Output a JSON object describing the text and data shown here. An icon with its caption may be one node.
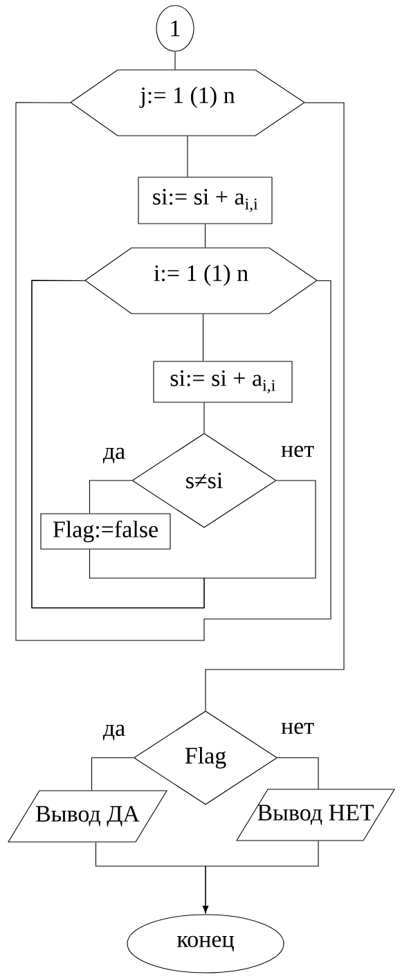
{
  "diagram": {
    "nodes": [
      {
        "text": [
          "1"
        ]
      },
      {
        "text": [
          "j:= 1 (1) n"
        ]
      },
      {
        "text": [
          "si:= si + a$_{i,i}$"
        ]
      },
      {
        "text": [
          "i:= 1 (1) n"
        ]
      },
      {
        "text": [
          "si:= si + a$_{i,i}$"
        ]
      },
      {
        "text": [
          "s≠si"
        ]
      },
      {
        "text": [
          "Flag:=false"
        ]
      },
      {
        "text": [
          "Flag"
        ]
      },
      {
        "text": [
          "Вывод ДА"
        ]
      },
      {
        "text": [
          "Вывод НЕТ"
        ]
      },
      {
        "text": [
          "конец"
        ]
      }
    ],
    "edges": [
      {
        "from": 0,
        "to": 1,
        "arrow": "none"
      },
      {
        "from": 1,
        "to": 2,
        "arrow": "none"
      },
      {
        "from": 2,
        "to": 3,
        "arrow": "none"
      },
      {
        "from": 3,
        "to": 4,
        "arrow": "none"
      },
      {
        "from": 4,
        "to": 5,
        "arrow": "none"
      },
      {
        "from": 5,
        "to": 6,
        "arrow": "none",
        "label": "да"
      },
      {
        "from": 6,
        "to": 3,
        "arrow": "none"
      },
      {
        "from": 5,
        "to": 3,
        "arrow": "none",
        "label": "нет"
      },
      {
        "from": 3,
        "to": 1,
        "arrow": "none"
      },
      {
        "from": 1,
        "to": 7,
        "arrow": "none"
      },
      {
        "from": 7,
        "to": 8,
        "arrow": "none",
        "label": "да"
      },
      {
        "from": 7,
        "to": 9,
        "arrow": "none",
        "label": "нет"
      },
      {
        "from": 8,
        "to": 10,
        "arrow": "to"
      },
      {
        "from": 9,
        "to": 10,
        "arrow": "to"
      }
    ]
  }
}
